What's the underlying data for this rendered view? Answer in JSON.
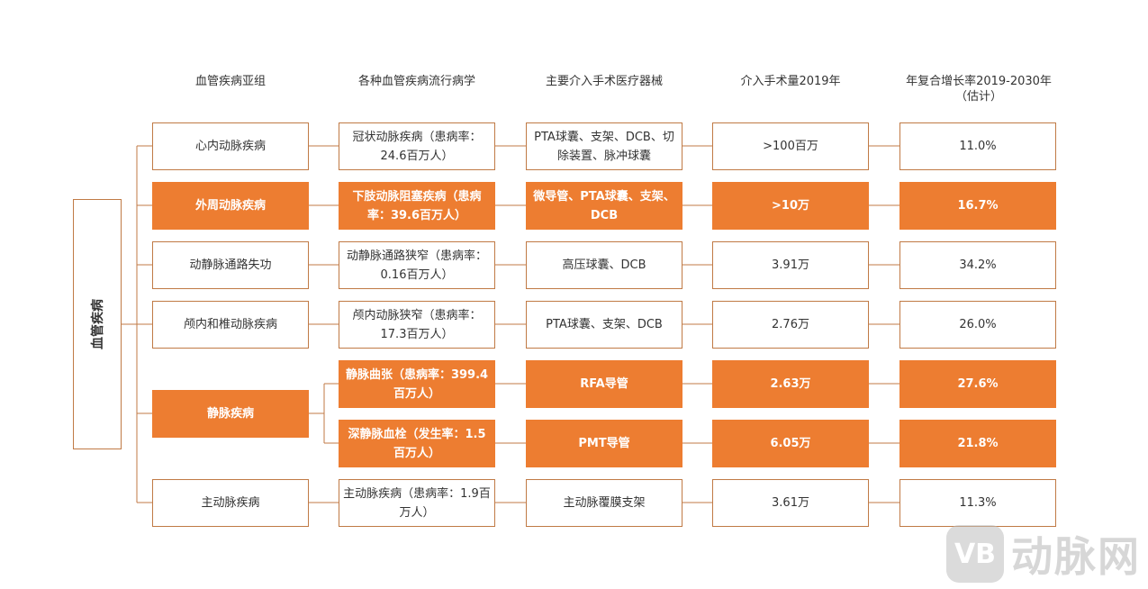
{
  "headers": [
    "血管疾病亚组",
    "各种血管疾病流行病学",
    "主要介入手术医疗器械",
    "介入手术量2019年",
    "年复合增长率2019-2030年\n（估计）"
  ],
  "root_label": "血管疾病",
  "rows": [
    {
      "subgroup": "心内动脉疾病",
      "epi": "冠状动脉疾病（患病率：24.6百万人）",
      "device": "PTA球囊、支架、DCB、切除装置、脉冲球囊",
      "volume": ">100百万",
      "cagr": "11.0%",
      "highlight": false
    },
    {
      "subgroup": "外周动脉疾病",
      "epi": "下肢动脉阻塞疾病（患病率：39.6百万人）",
      "device": "微导管、PTA球囊、支架、DCB",
      "volume": ">10万",
      "cagr": "16.7%",
      "highlight": true
    },
    {
      "subgroup": "动静脉通路失功",
      "epi": "动静脉通路狭窄（患病率：0.16百万人）",
      "device": "高压球囊、DCB",
      "volume": "3.91万",
      "cagr": "34.2%",
      "highlight": false
    },
    {
      "subgroup": "颅内和椎动脉疾病",
      "epi": "颅内动脉狭窄（患病率：17.3百万人）",
      "device": "PTA球囊、支架、DCB",
      "volume": "2.76万",
      "cagr": "26.0%",
      "highlight": false
    },
    {
      "subgroup": "静脉疾病",
      "epi": "静脉曲张（患病率：399.4百万人）",
      "device": "RFA导管",
      "volume": "2.63万",
      "cagr": "27.6%",
      "highlight": true
    },
    {
      "subgroup": "",
      "epi": "深静脉血栓（发生率：1.5百万人）",
      "device": "PMT导管",
      "volume": "6.05万",
      "cagr": "21.8%",
      "highlight": true
    },
    {
      "subgroup": "主动脉疾病",
      "epi": "主动脉疾病（患病率：1.9百万人）",
      "device": "主动脉覆膜支架",
      "volume": "3.61万",
      "cagr": "11.3%",
      "highlight": false
    }
  ],
  "watermark": {
    "logo": "VB",
    "text": "动脉网"
  },
  "colors": {
    "accent": "#ed7d31",
    "border": "#c07a45",
    "text": "#333333"
  }
}
